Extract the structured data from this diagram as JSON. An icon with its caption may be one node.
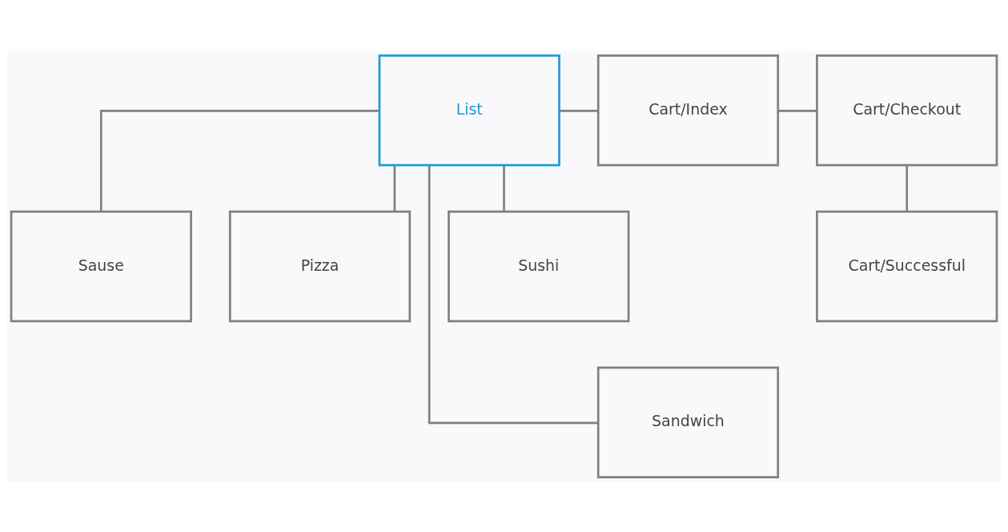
{
  "diagram": {
    "nodes": [
      {
        "text": [
          "List"
        ]
      },
      {
        "text": [
          "Cart/Index"
        ]
      },
      {
        "text": [
          "Cart/Checkout"
        ]
      },
      {
        "text": [
          "Sause"
        ]
      },
      {
        "text": [
          "Pizza"
        ]
      },
      {
        "text": [
          "Sushi"
        ]
      },
      {
        "text": [
          "Cart/Successful"
        ]
      },
      {
        "text": [
          "Sandwich"
        ]
      }
    ],
    "edges": [
      {
        "from": 0,
        "to": 1,
        "arrow": "none"
      },
      {
        "from": 1,
        "to": 2,
        "arrow": "none"
      },
      {
        "from": 0,
        "to": 3,
        "arrow": "none"
      },
      {
        "from": 0,
        "to": 7,
        "arrow": "none"
      },
      {
        "from": 0,
        "to": 4,
        "arrow": "none"
      },
      {
        "from": 0,
        "to": 5,
        "arrow": "none"
      },
      {
        "from": 2,
        "to": 6,
        "arrow": "none"
      }
    ]
  }
}
